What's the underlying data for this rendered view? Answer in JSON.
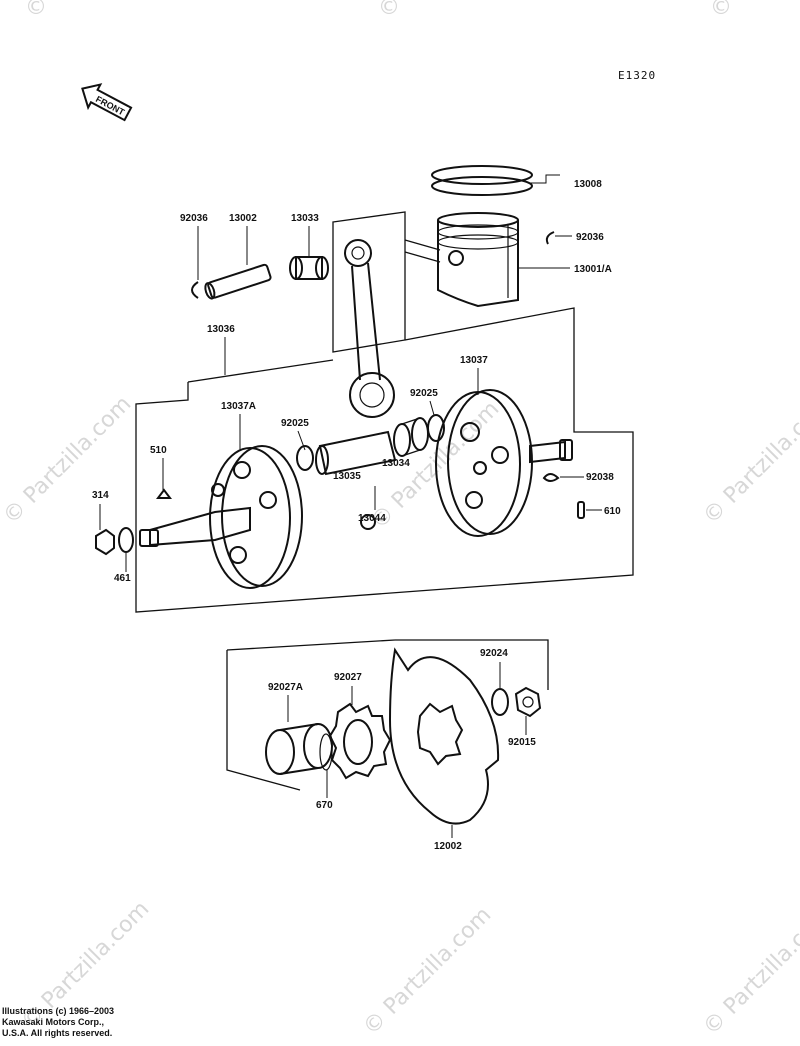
{
  "diagram": {
    "ref_code": "E1320",
    "front_label": "FRONT",
    "watermark": "© Partzilla.com",
    "parts": {
      "p13008": "13008",
      "p92036a": "92036",
      "p13002": "13002",
      "p13033": "13033",
      "p92036b": "92036",
      "p13001": "13001/A",
      "p13036": "13036",
      "p13037": "13037",
      "p13037a": "13037A",
      "p92025a": "92025",
      "p92025b": "92025",
      "p510": "510",
      "p13035": "13035",
      "p13034": "13034",
      "p92038": "92038",
      "p314": "314",
      "p13044": "13044",
      "p610": "610",
      "p461": "461",
      "p92024": "92024",
      "p92027a": "92027A",
      "p92027": "92027",
      "p92015": "92015",
      "p670": "670",
      "p12002": "12002"
    },
    "copyright": [
      "Illustrations (c) 1966–2003",
      "Kawasaki Motors Corp.,",
      "U.S.A.  All rights reserved."
    ]
  }
}
